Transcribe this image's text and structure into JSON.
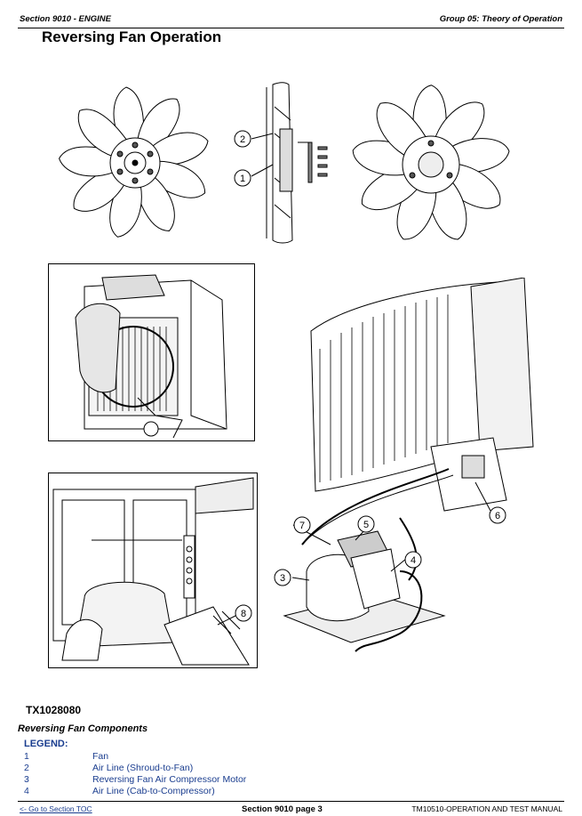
{
  "header": {
    "left": "Section 9010 - ENGINE",
    "right": "Group 05: Theory of Operation"
  },
  "title": "Reversing Fan Operation",
  "callouts": {
    "c1": "1",
    "c2": "2",
    "c3": "3",
    "c4": "4",
    "c5": "5",
    "c6": "6",
    "c7": "7",
    "c8": "8"
  },
  "figure_number": "TX1028080",
  "caption": "Reversing Fan Components",
  "legend_title": "LEGEND:",
  "legend": [
    {
      "num": "1",
      "text": "Fan"
    },
    {
      "num": "2",
      "text": "Air Line (Shroud-to-Fan)"
    },
    {
      "num": "3",
      "text": "Reversing Fan Air Compressor Motor"
    },
    {
      "num": "4",
      "text": "Air Line (Cab-to-Compressor)"
    }
  ],
  "footer": {
    "left": "<- Go to Section TOC",
    "center": "Section 9010 page 3",
    "right": "TM10510-OPERATION AND TEST MANUAL"
  }
}
